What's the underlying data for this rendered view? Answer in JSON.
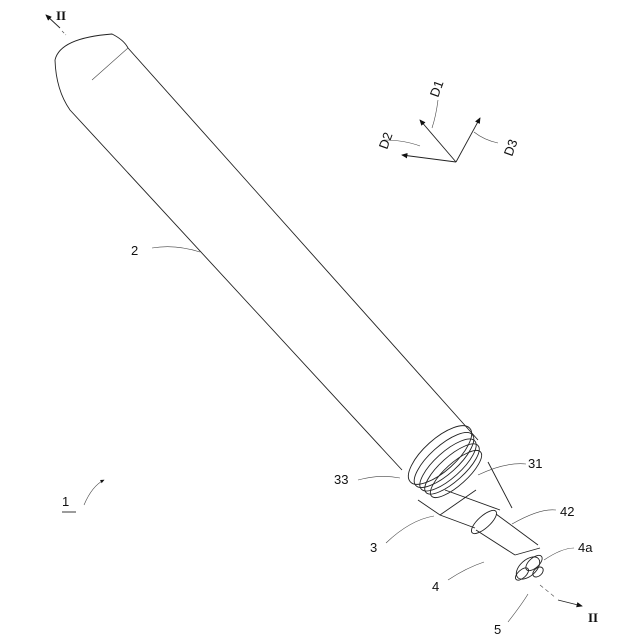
{
  "labels": {
    "device": "1",
    "tube": "2",
    "connector": "3",
    "connector_base": "31",
    "connector_ring": "33",
    "tip": "4",
    "tip_sleeve": "42",
    "tip_end": "4a",
    "heads": "5"
  },
  "section": {
    "top": "II",
    "bottom": "II"
  },
  "directions": {
    "d1": "D1",
    "d2": "D2",
    "d3": "D3"
  }
}
